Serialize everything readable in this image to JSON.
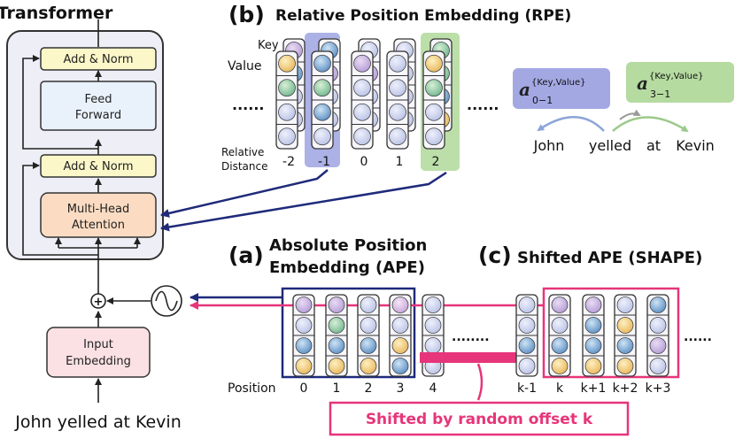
{
  "transformer": {
    "title": "Transformer",
    "add_norm_top": "Add & Norm",
    "feed_forward_line1": "Feed",
    "feed_forward_line2": "Forward",
    "add_norm_bottom": "Add & Norm",
    "mha_line1": "Multi-Head",
    "mha_line2": "Attention",
    "input_emb_line1": "Input",
    "input_emb_line2": "Embedding",
    "input_sentence": "John yelled at Kevin",
    "plus_symbol": "+"
  },
  "rpe": {
    "letter": "(b)",
    "title": "Relative Position Embedding (RPE)",
    "key_label": "Key",
    "value_label": "Value",
    "relative_label_line1": "Relative",
    "relative_label_line2": "Distance",
    "ellipsis": "......",
    "distances": [
      "-2",
      "-1",
      "0",
      "1",
      "2"
    ],
    "a01_main": "a",
    "a01_sup": "{Key,Value}",
    "a01_sub": "0−1",
    "a31_main": "a",
    "a31_sup": "{Key,Value}",
    "a31_sub": "3−1",
    "words": [
      "John",
      "yelled",
      "at",
      "Kevin"
    ]
  },
  "ape": {
    "letter": "(a)",
    "title_line1": "Absolute Position",
    "title_line2": "Embedding (APE)",
    "position_label": "Position",
    "positions": [
      "0",
      "1",
      "2",
      "3",
      "4"
    ],
    "ellipsis": "........"
  },
  "shape": {
    "letter": "(c)",
    "title": "Shifted APE (SHAPE)",
    "positions": [
      "k-1",
      "k",
      "k+1",
      "k+2",
      "k+3"
    ],
    "ellipsis": "......",
    "offset_label": "Shifted by random offset k"
  },
  "colors": {
    "navy": "#1f2a7a",
    "pink": "#e6357a",
    "purple_highlight": "#a3a8e3",
    "green_highlight": "#b5dba0",
    "add_norm_fill": "#fbf7c8",
    "feed_forward_fill": "#e9f1fb",
    "mha_fill": "#fbdcc2",
    "input_emb_fill": "#fbe1e4",
    "transformer_bg": "#eeeef7"
  }
}
